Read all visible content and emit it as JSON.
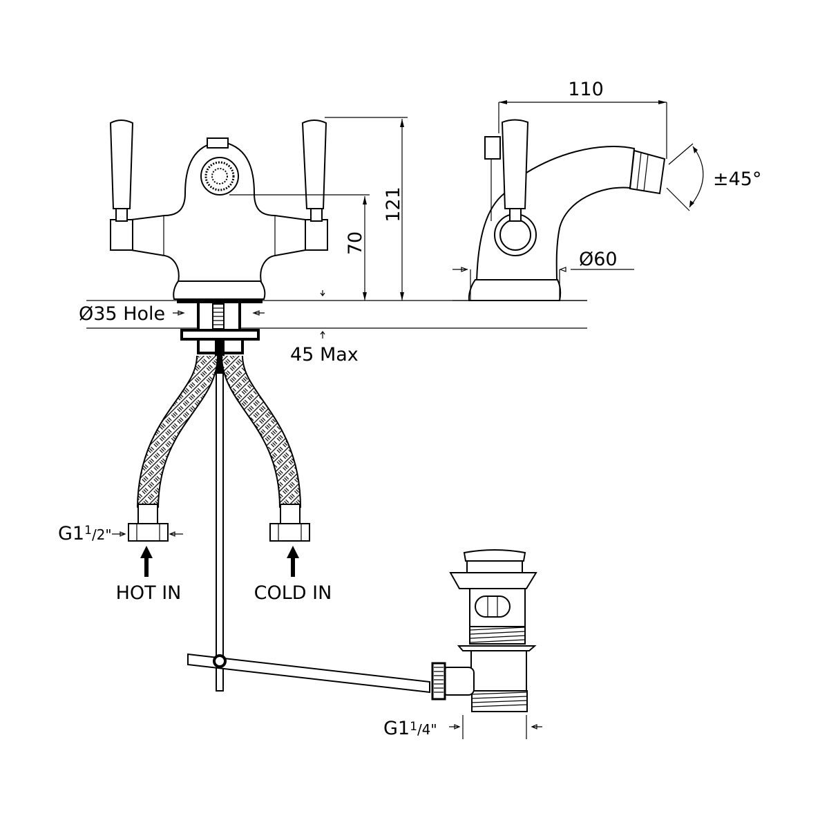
{
  "dimensions": {
    "width_overall": "110",
    "height_overall": "121",
    "spout_height": "70",
    "swivel_angle": "±45°",
    "base_diameter": "Ø60",
    "hole_diameter": "Ø35 Hole",
    "deck_thickness": "45 Max",
    "inlet_thread_main": "G1",
    "inlet_thread_fraction": "/2\"",
    "inlet_thread_num": "1",
    "waste_thread_main": "G1",
    "waste_thread_num": "1",
    "waste_thread_fraction": "/4\""
  },
  "inlets": {
    "hot_label": "HOT IN",
    "cold_label": "COLD IN"
  }
}
